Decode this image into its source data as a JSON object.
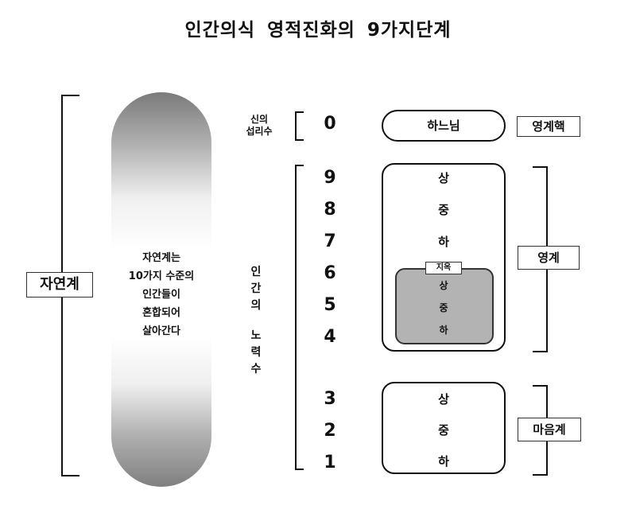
{
  "title": "인간의식 영적진화의 9가지단계",
  "nature": {
    "label": "자연계",
    "pill_lines": [
      "자연계는",
      "10가지 수준의",
      "인간들이",
      "혼합되어",
      "살아간다"
    ]
  },
  "god_level": {
    "side_label_line1": "신의",
    "side_label_line2": "섭리수",
    "number": "0",
    "box_label": "하느님",
    "tag": "영계핵"
  },
  "human_effort": {
    "label_part1": [
      "인",
      "간",
      "의"
    ],
    "label_part2": [
      "노",
      "력",
      "수"
    ],
    "numbers": [
      "9",
      "8",
      "7",
      "6",
      "5",
      "4",
      "3",
      "2",
      "1"
    ]
  },
  "spirit_world": {
    "levels": [
      "상",
      "중",
      "하"
    ],
    "tag": "영계",
    "hell": {
      "label": "지옥",
      "levels": [
        "상",
        "중",
        "하"
      ]
    }
  },
  "mind_world": {
    "levels": [
      "상",
      "중",
      "하"
    ],
    "tag": "마음계"
  }
}
